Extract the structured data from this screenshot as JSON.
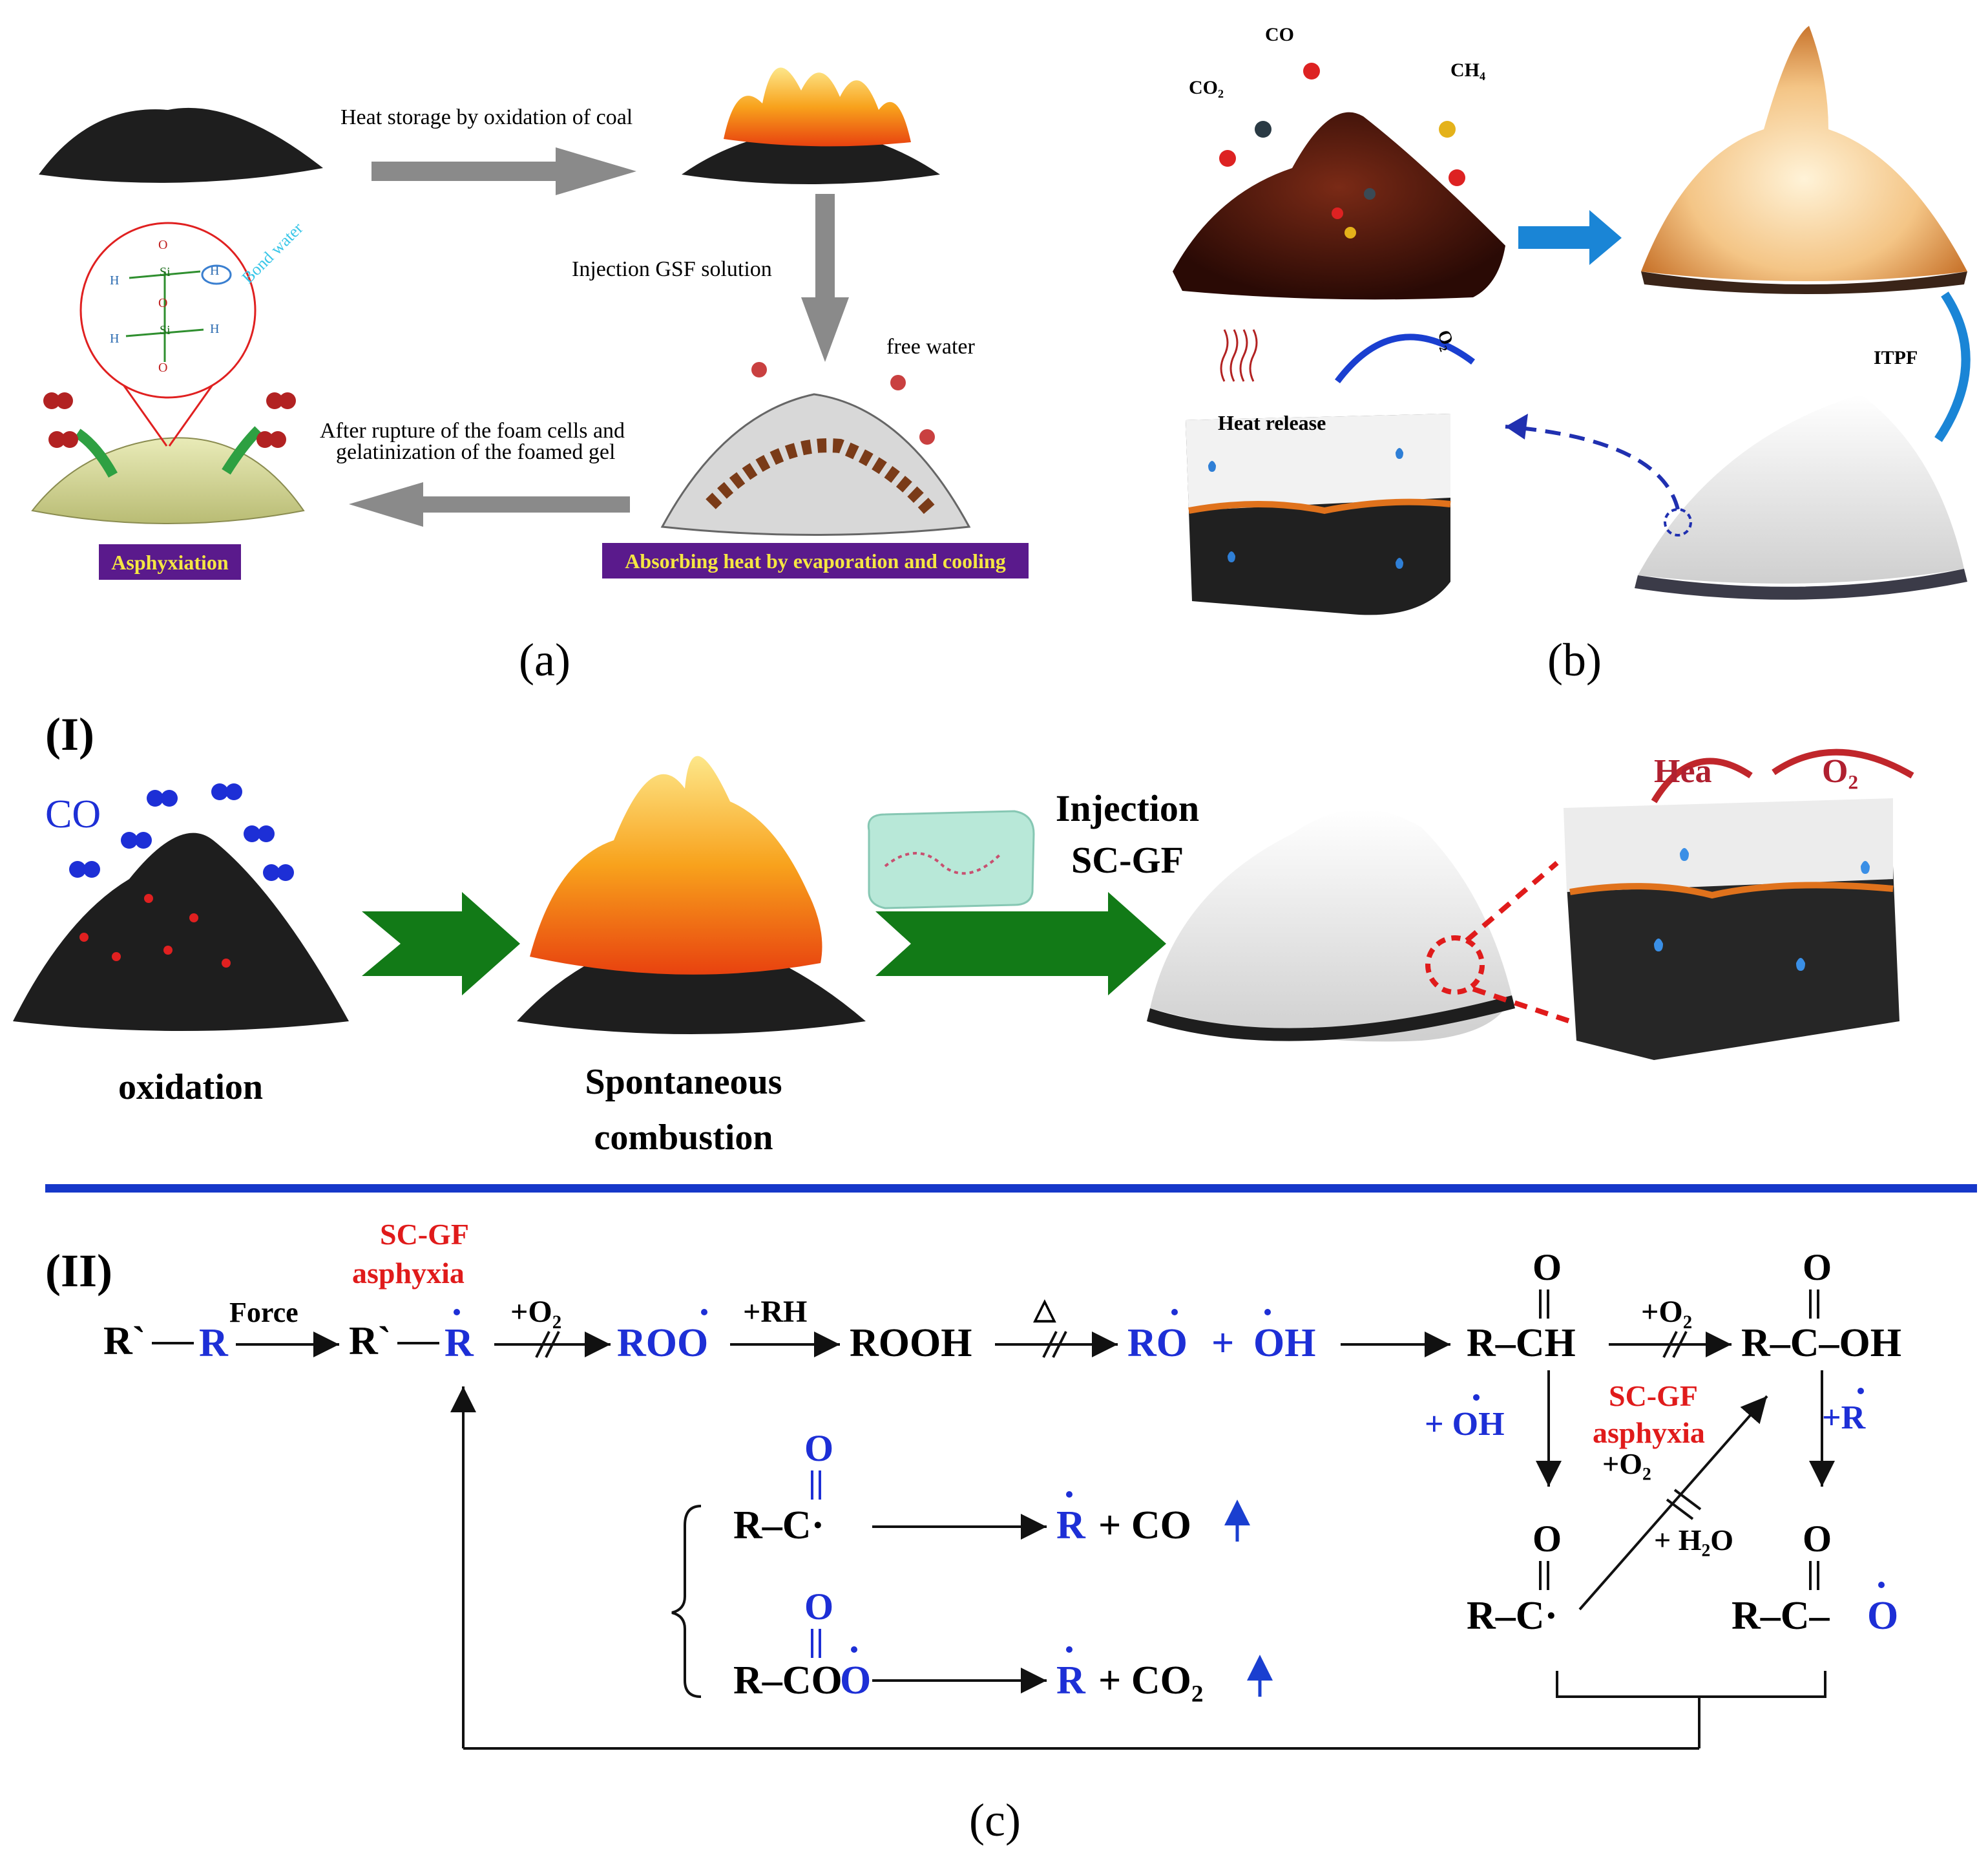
{
  "colors": {
    "coal_dark": "#1e1e1e",
    "gray_arrow": "#8a8a8a",
    "green_arrow": "#127a17",
    "blue_arrow": "#1a85d6",
    "purple_badge": "#5a1a8c",
    "badge_text": "#f5e642",
    "chem_blue": "#1d2fd6",
    "chem_red": "#e01b1b",
    "foam_white": "#f2f2f2",
    "gel_yellow": "#dfe0a0",
    "divider_blue": "#1637c9"
  },
  "icons": [
    "coal-pile-icon",
    "flame-icon",
    "foam-pile-icon",
    "gel-pile-icon",
    "gas-molecule-icon",
    "water-drop-icon",
    "heat-wave-icon",
    "gel-cube-icon"
  ],
  "panel_a": {
    "label": "(a)",
    "step1": "Heat storage by oxidation of coal",
    "step2": "Injection GSF solution",
    "free_water": "free water",
    "step3_line1": "After rupture of the foam cells and",
    "step3_line2": "gelatinization of the foamed gel",
    "badge_left": "Asphyxiation",
    "badge_right": "Absorbing heat by evaporation and cooling",
    "bond_water": "Bond water",
    "struct": {
      "h": "H",
      "o": "O",
      "si": "Si"
    }
  },
  "panel_b": {
    "label": "(b)",
    "co": "CO",
    "co2": "CO₂",
    "ch4": "CH₄",
    "itpf": "ITPF",
    "heat_release": "Heat release",
    "o2": "O₂"
  },
  "panel_c": {
    "label": "(c)",
    "part1": {
      "label": "(I)",
      "co": "CO",
      "oxidation": "oxidation",
      "spont_line1": "Spontaneous",
      "spont_line2": "combustion",
      "inject_line1": "Injection",
      "inject_line2": "SC-GF",
      "hea": "Hea",
      "o2": "O₂"
    },
    "part2": {
      "label": "(II)",
      "r_prime": "R`",
      "dash": "—",
      "r": "R",
      "force": "Force",
      "scgf": "SC-GF",
      "asphyxia": "asphyxia",
      "plus_o2": "+O₂",
      "roo": "ROO",
      "o": "O",
      "plus_rh": "+RH",
      "rooh": "ROOH",
      "delta": "△",
      "ro": "RO",
      "plus": "+",
      "oh": "OH",
      "r_ch": "R–CH",
      "r_c_oh": "R–C–OH",
      "plus_oh": "+ OH",
      "plus_r": "+R",
      "plus_o2_2": "+O₂",
      "plus_h2o": "+ H₂O",
      "r_c_dot": "R–C·",
      "r_c_o": "R–C–",
      "r_c_dot_2": "R–C·",
      "r_co_o": "R–CO",
      "plus_co": "+ CO",
      "plus_co2": "+ CO₂"
    }
  }
}
